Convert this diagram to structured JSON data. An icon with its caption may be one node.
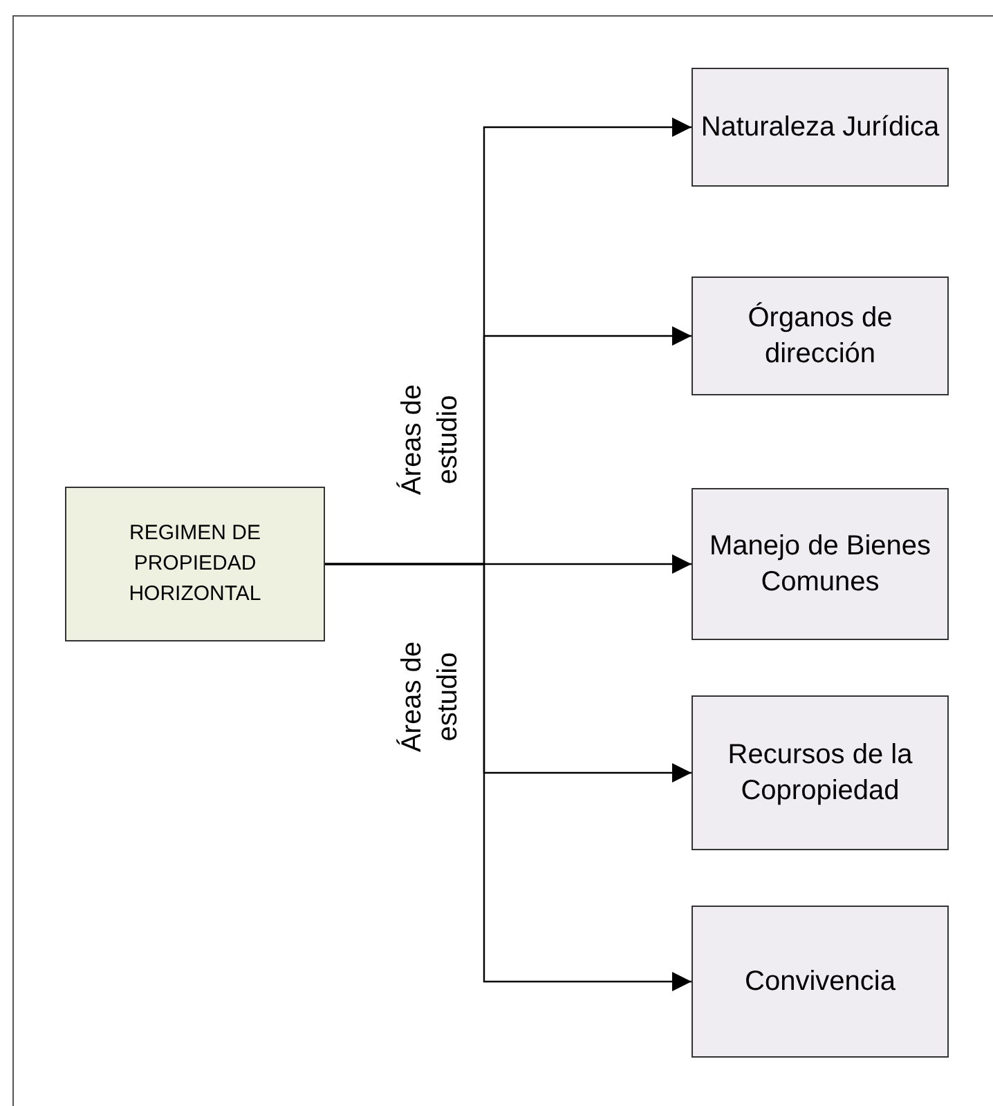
{
  "diagram": {
    "nodes": [
      {
        "text": [
          "REGIMEN DE PROPIEDAD HORIZONTAL"
        ]
      },
      {
        "text": [
          "Naturaleza Jurídica"
        ]
      },
      {
        "text": [
          "Órganos de dirección"
        ]
      },
      {
        "text": [
          "Manejo de Bienes Comunes"
        ]
      },
      {
        "text": [
          "Recursos de la Copropiedad"
        ]
      },
      {
        "text": [
          "Convivencia"
        ]
      }
    ],
    "edges": [
      {
        "from": 0,
        "to": 1,
        "arrow": "to"
      },
      {
        "from": 0,
        "to": 2,
        "arrow": "to"
      },
      {
        "from": 0,
        "to": 3,
        "arrow": "to"
      },
      {
        "from": 0,
        "to": 4,
        "arrow": "to"
      },
      {
        "from": 0,
        "to": 5,
        "arrow": "to"
      }
    ],
    "labels": [
      "Áreas de estudio",
      "Áreas de estudio"
    ]
  }
}
